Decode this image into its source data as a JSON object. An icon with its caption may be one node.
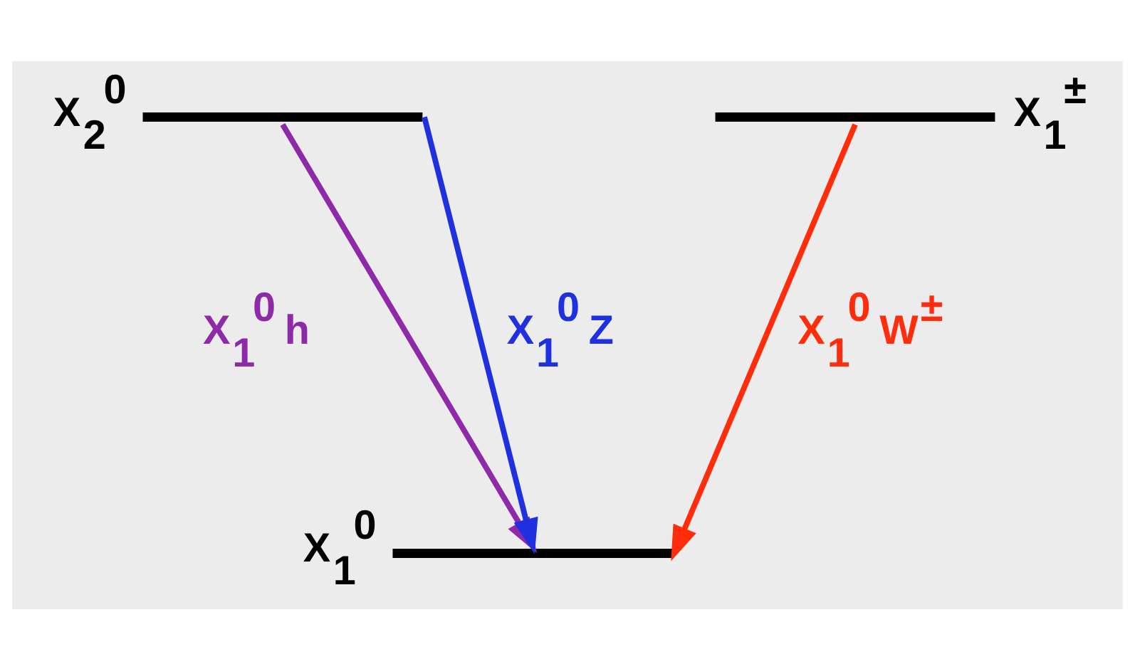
{
  "diagram": {
    "nodes": [
      {
        "text": [
          "X$_{2}$$^{0}$"
        ]
      },
      {
        "text": [
          "X$_{1}$$^{±}$"
        ]
      },
      {
        "text": [
          "X$_{1}$$^{0}$"
        ]
      }
    ],
    "edges": [
      {
        "from": 0,
        "to": 2,
        "arrow": "to",
        "label": "X$_{1}$$^{0}$ h",
        "color": "#8e2aa8"
      },
      {
        "from": 0,
        "to": 2,
        "arrow": "to",
        "label": "X$_{1}$$^{0}$ Z",
        "color": "#1f30e0"
      },
      {
        "from": 1,
        "to": 2,
        "arrow": "to",
        "label": "X$_{1}$$^{0}$ W$^{±}$",
        "color": "#ff2d0c"
      }
    ]
  }
}
